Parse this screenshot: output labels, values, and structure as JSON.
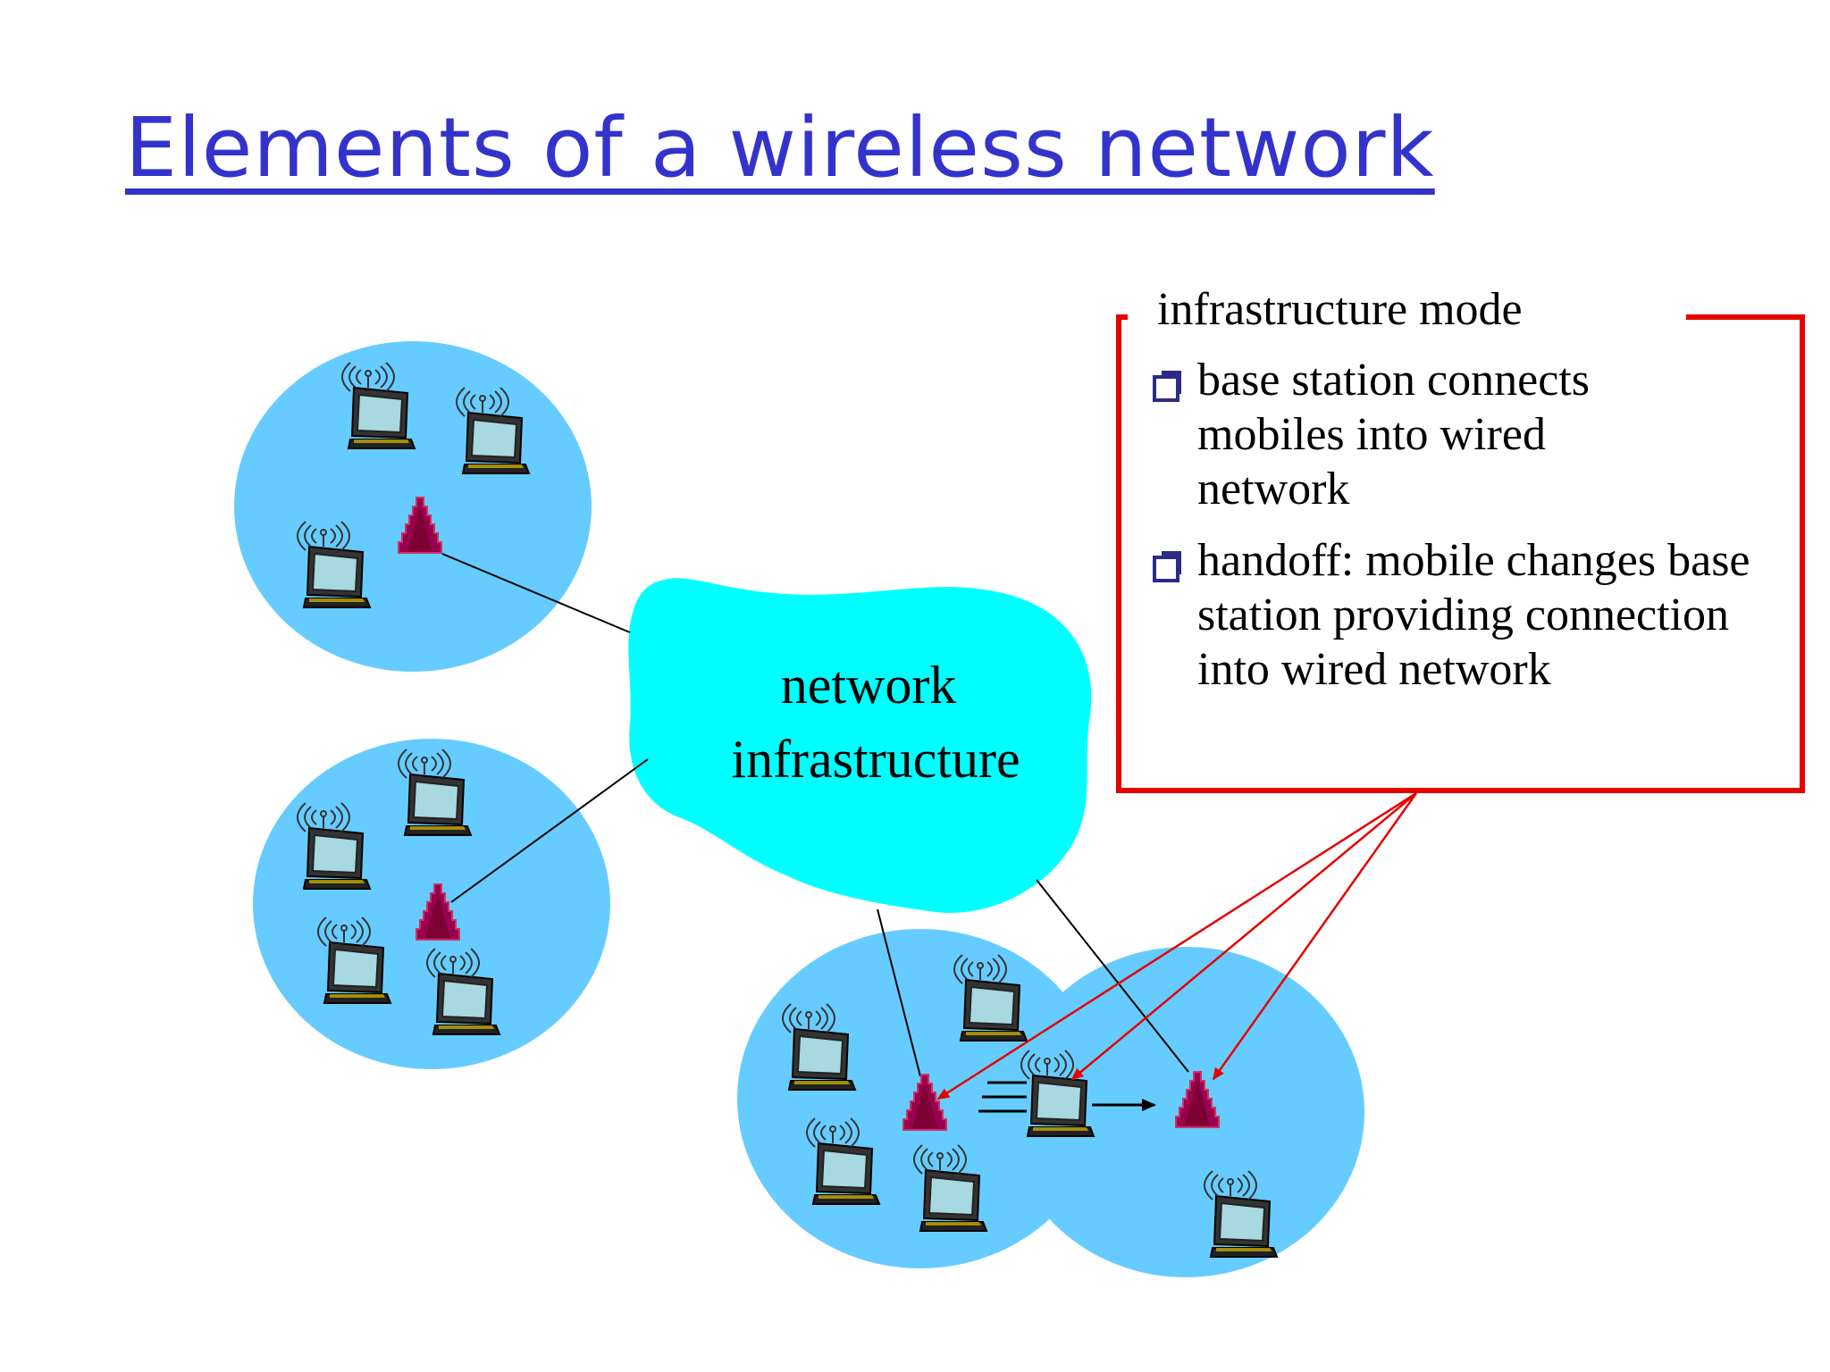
{
  "slide": {
    "title": "Elements of a wireless network"
  },
  "cloud": {
    "line1": "network",
    "line2": "infrastructure"
  },
  "callout": {
    "heading": "infrastructure mode",
    "items": [
      {
        "text": "base station connects mobiles into wired network"
      },
      {
        "text": "handoff: mobile changes base station providing connection into wired network"
      }
    ]
  },
  "colors": {
    "title": "#3333cc",
    "cell": "#66ccff",
    "cloud": "#00ffff",
    "base_station": "#990033",
    "callout_border": "#e60000",
    "arrow": "#e60000"
  },
  "icons": {
    "laptop": "laptop-icon",
    "base_station": "base-station-icon",
    "signal": "signal-waves-icon",
    "bullet": "checkbox-bullet-icon"
  }
}
